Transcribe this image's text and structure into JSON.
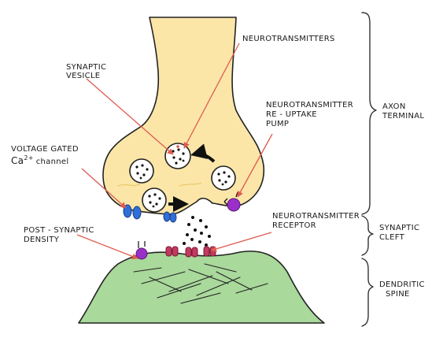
{
  "labels": {
    "neurotransmitters": "NEUROTRANSMITTERS",
    "synaptic_vesicle_1": "SYNAPTIC",
    "synaptic_vesicle_2": "VESICLE",
    "reuptake_1": "NEUROTRANSMITTER",
    "reuptake_2": "RE - UPTAKE",
    "reuptake_3": "PUMP",
    "voltage_1": "VOLTAGE GATED",
    "voltage_2_ca": "Ca",
    "voltage_2_sup": "2+",
    "voltage_2_rest": "channel",
    "receptor_1": "NEUROTRANSMITTER",
    "receptor_2": "RECEPTOR",
    "psd_1": "POST - SYNAPTIC",
    "psd_2": "DENSITY",
    "axon_1": "AXON",
    "axon_2": "TERMINAL",
    "cleft_1": "SYNAPTIC",
    "cleft_2": "CLEFT",
    "spine_1": "DENDRITIC",
    "spine_2": "SPINE"
  },
  "colors": {
    "axon_fill": "#fbe6a8",
    "spine_fill": "#a9d99b",
    "vesicle_fill": "#ffffff",
    "calcium_channel": "#2f6fd6",
    "reuptake_pump": "#9b2fc9",
    "receptor": "#c23a5e",
    "annotation_arrow": "#e05a4f"
  },
  "icons": {
    "reuptake_pump": "purple-circle-icon",
    "calcium_channel": "blue-oval-pair-icon",
    "receptor": "pink-receptor-icon"
  }
}
